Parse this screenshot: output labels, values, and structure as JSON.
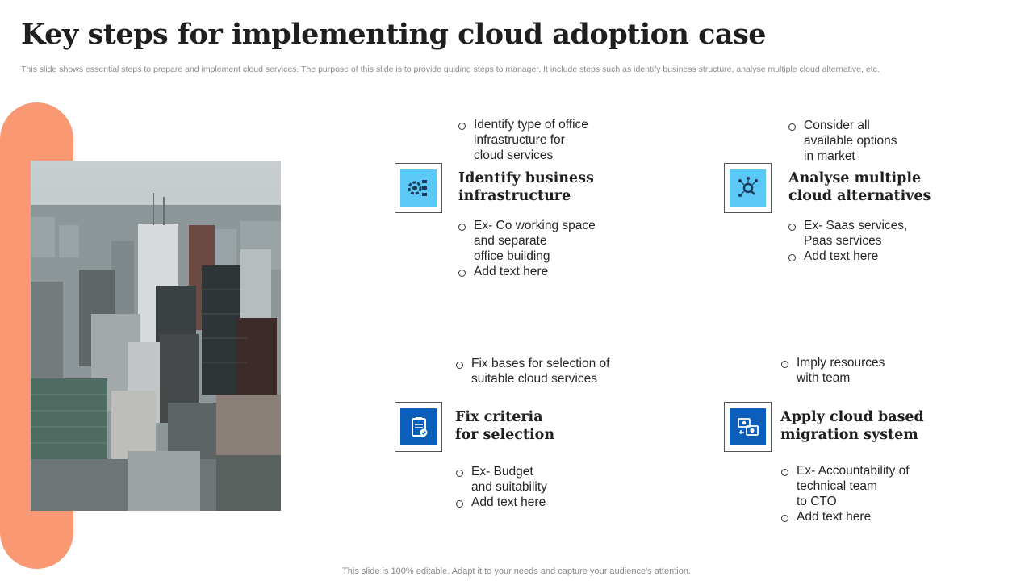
{
  "title": "Key steps for implementing cloud adoption case",
  "subtitle": "This slide shows essential steps to prepare and implement cloud services. The purpose of this slide is to provide guiding steps to manager. It include steps such as identify business structure, analyse multiple cloud alternative, etc.",
  "image": {
    "description_icon": "city-skyline-photo"
  },
  "steps": [
    {
      "heading_lines": [
        "Identify business",
        "infrastructure"
      ],
      "icon": "infrastructure-icon",
      "icon_color": "#5bc8f5",
      "top_bullets": [
        {
          "lines": [
            "Identify  type  of office",
            "infrastructure  for",
            "cloud services"
          ]
        }
      ],
      "bottom_bullets": [
        {
          "lines": [
            "Ex- Co working space",
            "and separate",
            "office building"
          ]
        },
        {
          "lines": [
            "Add text here"
          ]
        }
      ]
    },
    {
      "heading_lines": [
        "Analyse multiple",
        "cloud alternatives"
      ],
      "icon": "network-search-icon",
      "icon_color": "#5bc8f5",
      "top_bullets": [
        {
          "lines": [
            "Consider all",
            "available options",
            "in market"
          ]
        }
      ],
      "bottom_bullets": [
        {
          "lines": [
            "Ex- Saas services,",
            "Paas services"
          ]
        },
        {
          "lines": [
            "Add text here"
          ]
        }
      ]
    },
    {
      "heading_lines": [
        "Fix criteria",
        "for selection"
      ],
      "icon": "clipboard-check-icon",
      "icon_color": "#0b5fb8",
      "top_bullets": [
        {
          "lines": [
            "Fix bases for selection of",
            "suitable cloud services"
          ]
        }
      ],
      "bottom_bullets": [
        {
          "lines": [
            "Ex- Budget",
            "and suitability"
          ]
        },
        {
          "lines": [
            "Add text here"
          ]
        }
      ]
    },
    {
      "heading_lines": [
        "Apply cloud based",
        "migration system"
      ],
      "icon": "migration-system-icon",
      "icon_color": "#0b5fb8",
      "top_bullets": [
        {
          "lines": [
            "Imply  resources",
            "with team"
          ]
        }
      ],
      "bottom_bullets": [
        {
          "lines": [
            "Ex- Accountability of",
            "technical team",
            "to CTO"
          ]
        },
        {
          "lines": [
            "Add text here"
          ]
        }
      ]
    }
  ],
  "footer": "This slide is 100% editable. Adapt it to your needs and capture your audience's attention.",
  "colors": {
    "accent_orange": "#fb9874",
    "icon_light": "#5bc8f5",
    "icon_dark": "#0b5fb8"
  }
}
